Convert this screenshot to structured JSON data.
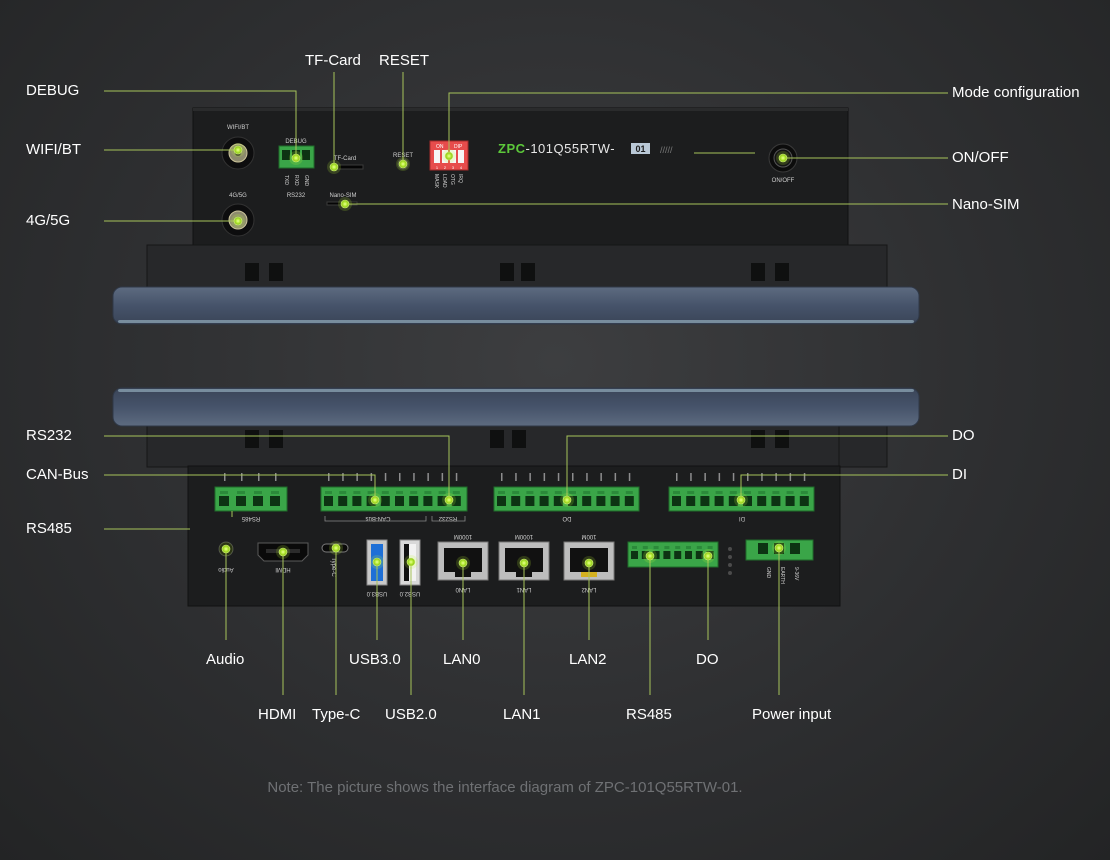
{
  "top_panel": {
    "labels": {
      "debug": "DEBUG",
      "wifi_bt": "WIFI/BT",
      "g4g5": "4G/5G",
      "tf_card": "TF-Card",
      "reset": "RESET",
      "mode_config": "Mode configuration",
      "on_off": "ON/OFF",
      "nano_sim": "Nano-SIM"
    },
    "silkscreen": {
      "wifi_bt": "WIFI/BT",
      "g4g5": "4G/5G",
      "debug": "DEBUG",
      "txd": "TXD",
      "rxd": "RXD",
      "gnd": "GND",
      "rs232": "RS232",
      "tf_card": "TF-Card",
      "reset": "RESET",
      "nano_sim": "Nano-SIM",
      "dip_on": "ON",
      "dip_label": "DIP",
      "dip_pins": [
        "1",
        "2",
        "3",
        "4"
      ],
      "dip_modes": [
        "MASK",
        "LOAD",
        "OTG",
        "IRQ"
      ],
      "model_brand": "ZPC",
      "model_number": "-101Q55RTW-",
      "model_suffix": "01",
      "on_off": "ON/OFF"
    }
  },
  "bottom_panel": {
    "labels": {
      "rs232": "RS232",
      "can_bus": "CAN-Bus",
      "rs485_left": "RS485",
      "do_right": "DO",
      "di": "DI",
      "audio": "Audio",
      "hdmi": "HDMI",
      "type_c": "Type-C",
      "usb30": "USB3.0",
      "usb20": "USB2.0",
      "lan0": "LAN0",
      "lan1": "LAN1",
      "lan2": "LAN2",
      "rs485_bottom": "RS485",
      "do_bottom": "DO",
      "power_input": "Power input"
    },
    "silkscreen": {
      "rs485": "RS485",
      "can_bus": "CAN-Bus",
      "rs232": "RS232",
      "do": "DO",
      "di": "DI",
      "audio": "Audio",
      "hdmi": "HDMI",
      "type_c": "Type-C",
      "usb30": "USB3.0",
      "usb20": "USB2.0",
      "lan0": "LAN0",
      "lan1": "LAN1",
      "lan2": "LAN2",
      "speed_lan0": "1000M",
      "speed_lan1": "1000M",
      "speed_lan2": "100M",
      "power_gnd": "GND",
      "power_earth": "EARTH",
      "power_volt": "9-36V"
    }
  },
  "note": "Note: The picture shows the interface diagram of ZPC-101Q55RTW-01.",
  "colors": {
    "background": "#2e2f31",
    "leader_line": "#a6c35a",
    "dot_fill": "#bff23a",
    "label_text": "#ffffff",
    "note_text": "#6f7174",
    "terminal_green": "#3aa548",
    "brand_green": "#5cc83a",
    "bezel_blue": "#48566b",
    "dip_red": "#e74c4c"
  }
}
